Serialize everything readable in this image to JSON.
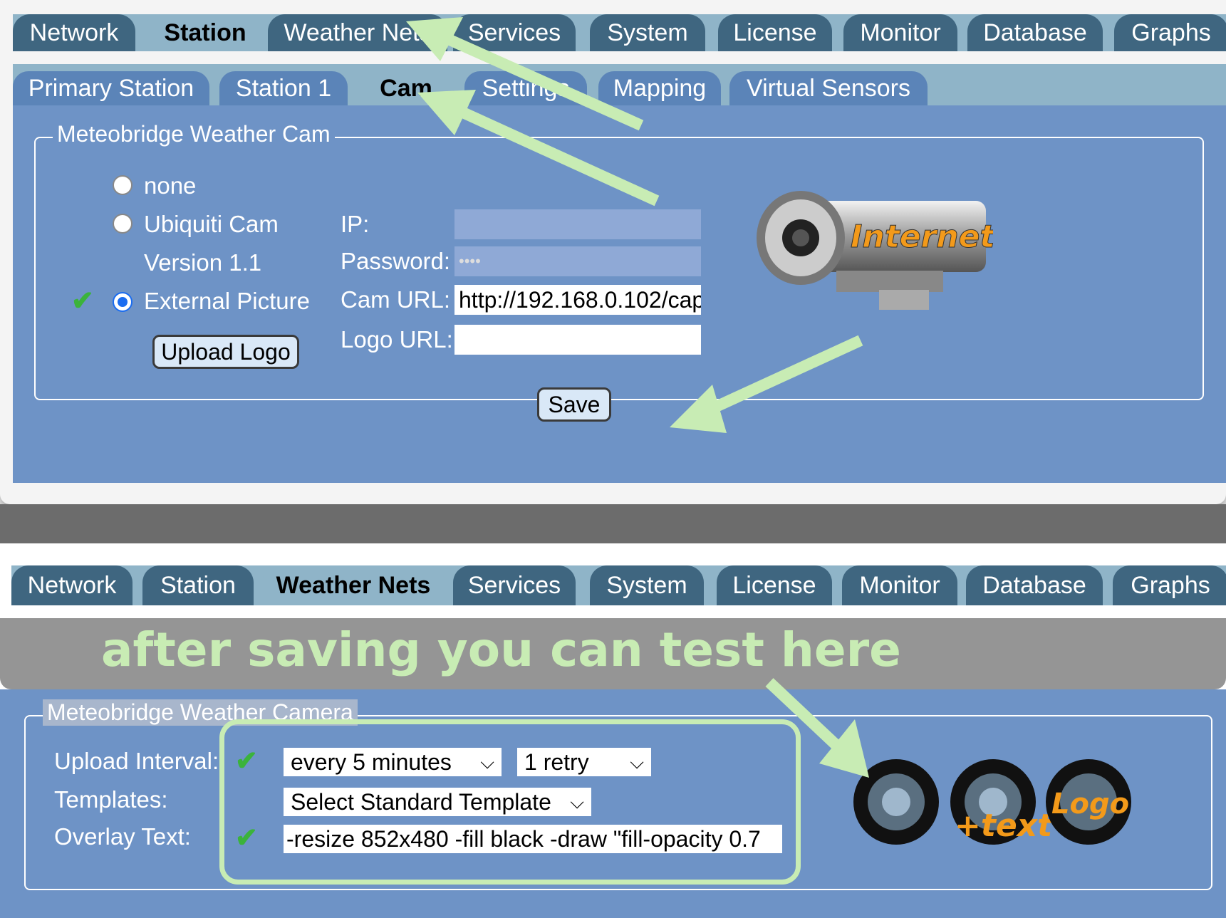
{
  "top_tabs": [
    "Network",
    "Station",
    "Weather Nets",
    "Services",
    "System",
    "License",
    "Monitor",
    "Database",
    "Graphs"
  ],
  "panel1": {
    "active_tab": "Station",
    "sub_tabs": [
      "Primary Station",
      "Station 1",
      "Cam",
      "Settings",
      "Mapping",
      "Virtual Sensors"
    ],
    "active_sub_tab": "Cam",
    "fieldset_legend": "Meteobridge Weather Cam",
    "options": {
      "none": "none",
      "ubiquiti": "Ubiquiti Cam",
      "version": "Version 1.1",
      "external": "External Picture"
    },
    "upload_logo_label": "Upload Logo",
    "fields": {
      "ip_label": "IP:",
      "ip_value": "",
      "password_label": "Password:",
      "password_value": "••••",
      "cam_url_label": "Cam URL:",
      "cam_url_value": "http://192.168.0.102/cap",
      "logo_url_label": "Logo URL:",
      "logo_url_value": ""
    },
    "cam_image_text": "Internet",
    "save_label": "Save"
  },
  "panel2": {
    "active_tab": "Weather Nets",
    "annotation": "after saving you can test here",
    "fieldset_legend": "Meteobridge Weather Camera",
    "upload_interval_label": "Upload Interval:",
    "upload_interval_value": "every 5 minutes",
    "retry_value": "1 retry",
    "templates_label": "Templates:",
    "templates_value": "Select Standard Template",
    "overlay_label": "Overlay Text:",
    "overlay_value": "-resize 852x480 -fill black -draw \"fill-opacity 0.7",
    "lens_text_label": "+text",
    "lens_logo_label": "Logo"
  },
  "colors": {
    "tab_dark": "#3f6680",
    "tab_light": "#8fb4c8",
    "content_blue": "#6e93c6",
    "annotation_green": "#c8ecb4",
    "check_green": "#3bb33b"
  }
}
